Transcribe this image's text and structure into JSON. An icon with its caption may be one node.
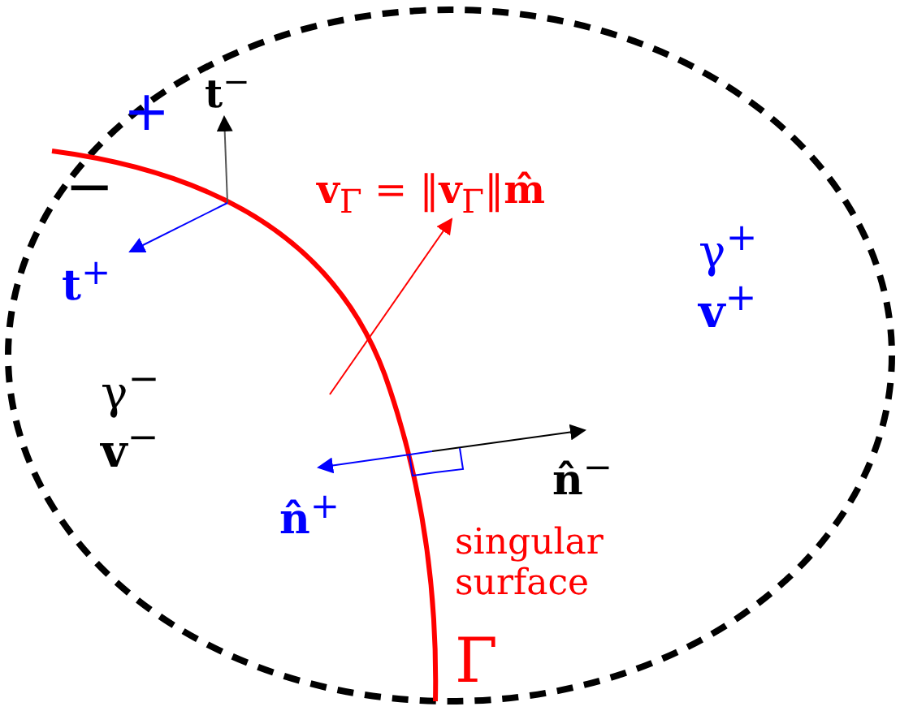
{
  "diagram": {
    "labels": [
      "**t**$^{−}$",
      "+",
      "**v**$_{Γ}$ = ‖**v**$_{Γ}$‖**m̂**",
      "−",
      "γ$^{+}$",
      "**t**$^{+}$",
      "**v**$^{+}$",
      "γ$^{−}$",
      "**v**$^{−}$",
      "**n̂**$^{−}$",
      "**n̂**$^{+}$",
      "singular surface",
      "Γ"
    ]
  }
}
